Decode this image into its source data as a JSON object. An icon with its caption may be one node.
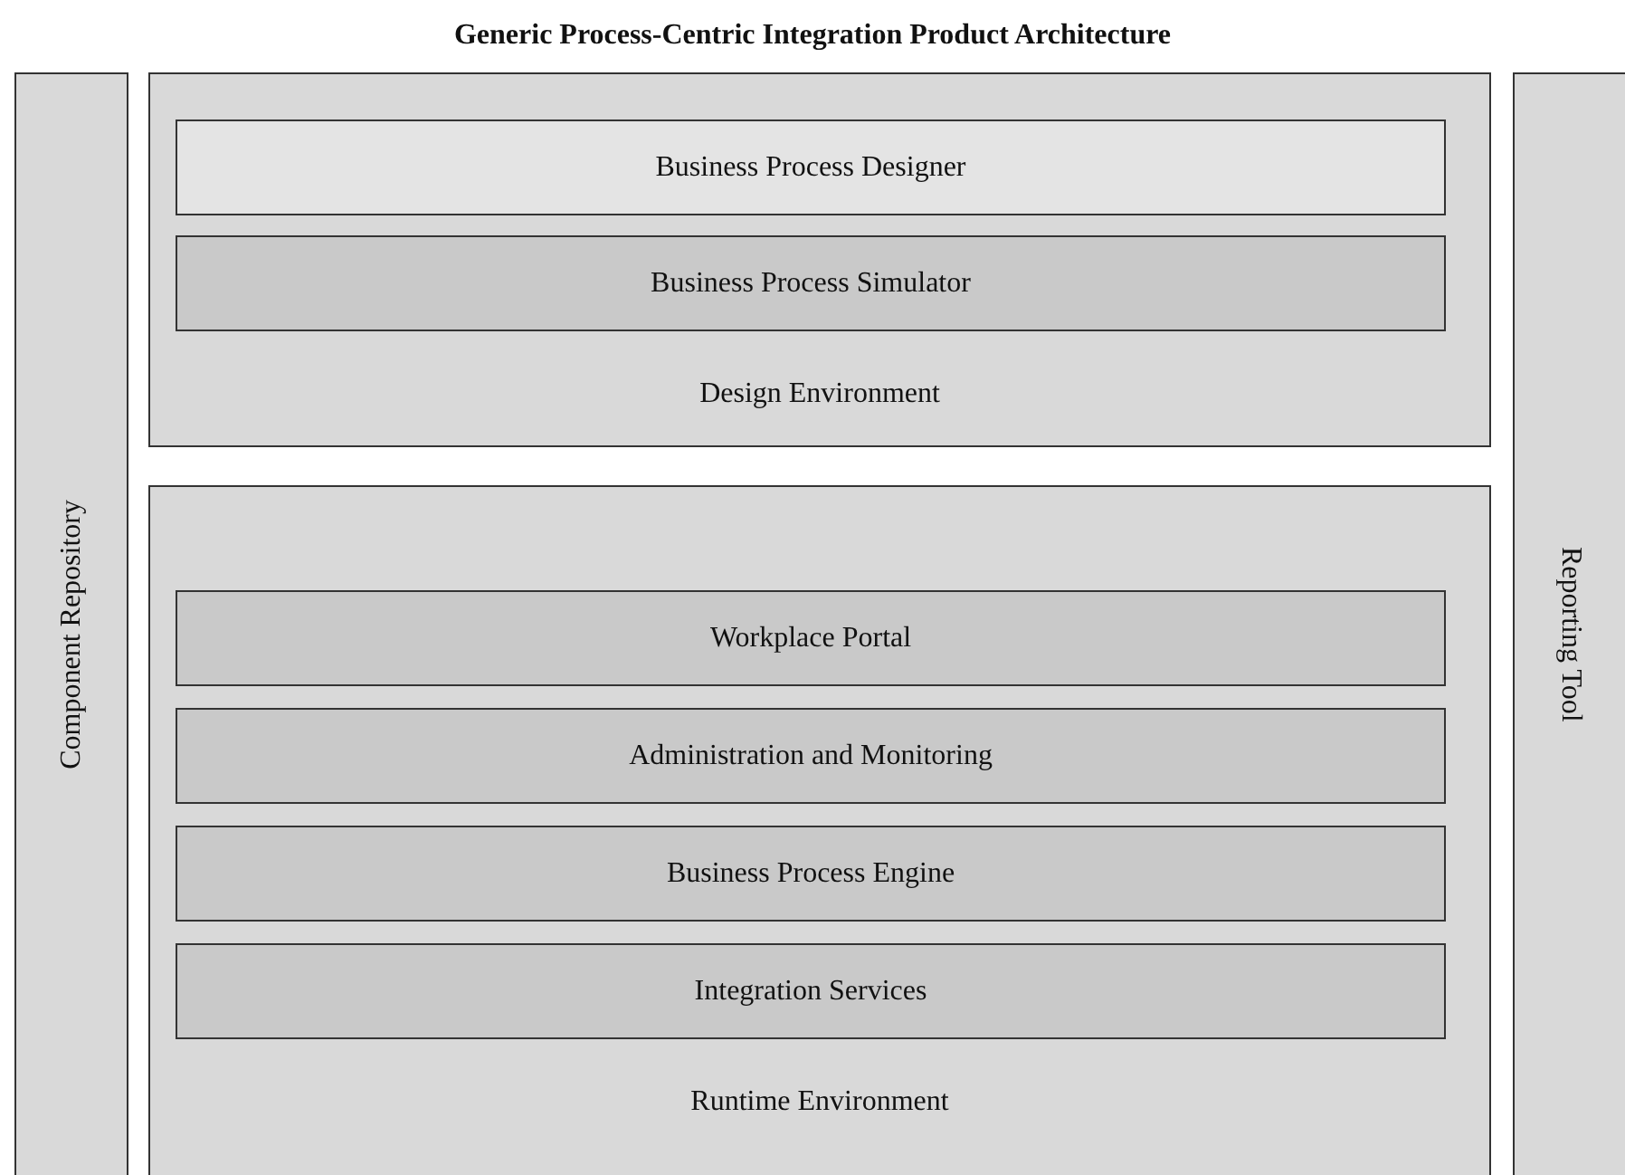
{
  "diagram": {
    "title": "Generic Process-Centric Integration Product Architecture",
    "nodes": [
      {
        "text": [
          "Component Repository"
        ]
      },
      {
        "text": [
          "Design Environment"
        ]
      },
      {
        "text": [
          "Business Process Designer"
        ],
        "in": 1
      },
      {
        "text": [
          "Business Process Simulator"
        ],
        "in": 1
      },
      {
        "text": [
          "Runtime Environment"
        ]
      },
      {
        "text": [
          "Workplace Portal"
        ],
        "in": 4
      },
      {
        "text": [
          "Administration and Monitoring"
        ],
        "in": 4
      },
      {
        "text": [
          "Business Process Engine"
        ],
        "in": 4
      },
      {
        "text": [
          "Integration Services"
        ],
        "in": 4
      },
      {
        "text": [
          "Reporting Tool"
        ]
      }
    ]
  }
}
